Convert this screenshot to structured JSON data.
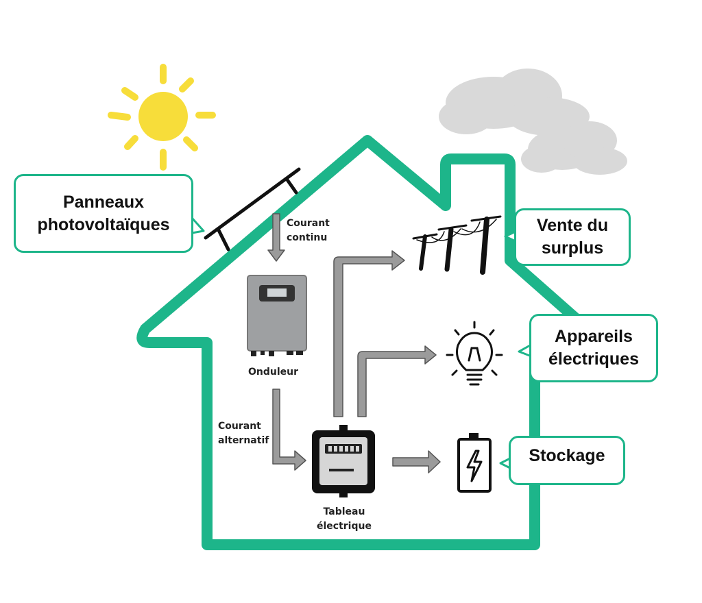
{
  "colors": {
    "house_outline": "#1db58a",
    "sun": "#f7dd3a",
    "cloud": "#d9d9d9",
    "arrow": "#9b9b9b"
  },
  "labels": {
    "panels_line1": "Panneaux",
    "panels_line2": "photovoltaïques",
    "surplus_line1": "Vente du",
    "surplus_line2": "surplus",
    "appliances_line1": "Appareils",
    "appliances_line2": "électriques",
    "storage": "Stockage",
    "dc_line1": "Courant",
    "dc_line2": "continu",
    "inverter": "Onduleur",
    "ac_line1": "Courant",
    "ac_line2": "alternatif",
    "panel_board_line1": "Tableau",
    "panel_board_line2": "électrique"
  },
  "icons": [
    "sun-icon",
    "cloud-icon",
    "solar-panel-icon",
    "inverter-icon",
    "power-lines-icon",
    "light-bulb-icon",
    "electric-meter-icon",
    "battery-icon"
  ]
}
